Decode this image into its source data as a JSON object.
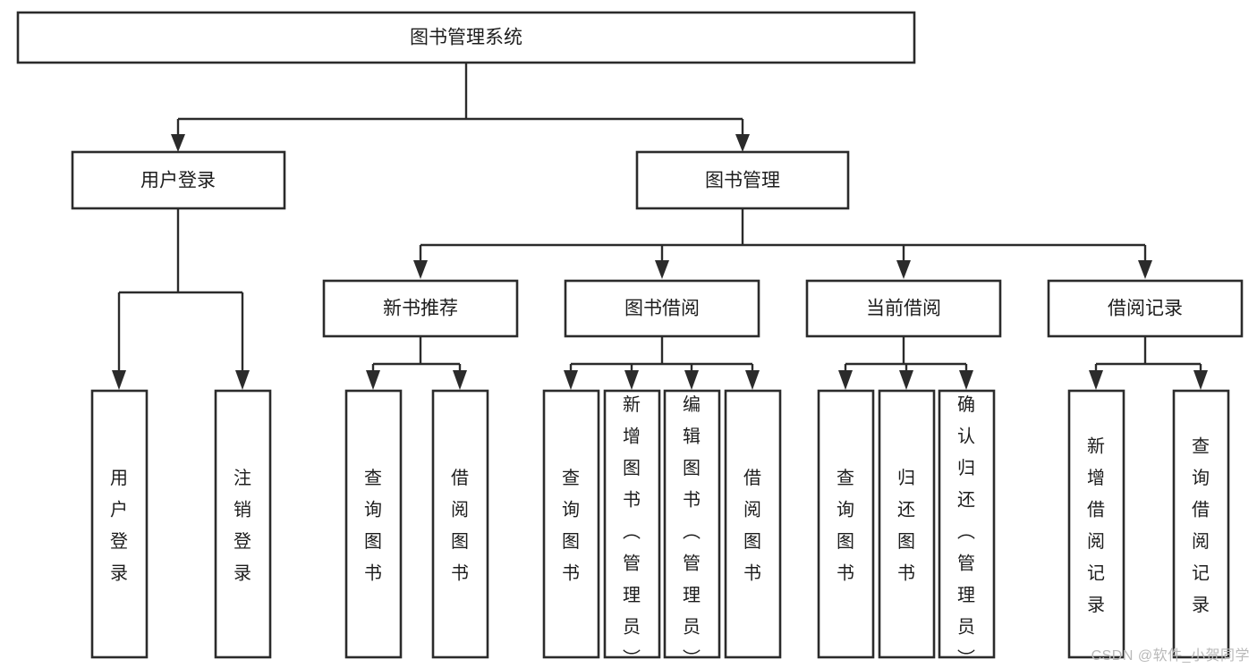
{
  "diagram": {
    "title": "图书管理系统",
    "type": "tree",
    "watermark": "CSDN @软件_小贺同学",
    "colors": {
      "box_stroke": "#2b2b2b",
      "box_fill": "#ffffff",
      "connector": "#2b2b2b",
      "text": "#1d1d1d",
      "watermark": "#b9b9b9",
      "background": "#ffffff"
    },
    "nodes": {
      "root": {
        "label": "图书管理系统"
      },
      "level1": [
        {
          "id": "user-login",
          "label": "用户登录"
        },
        {
          "id": "book-management",
          "label": "图书管理"
        }
      ],
      "level2": [
        {
          "id": "new-book-recommend",
          "label": "新书推荐",
          "parent": "book-management"
        },
        {
          "id": "book-borrow",
          "label": "图书借阅",
          "parent": "book-management"
        },
        {
          "id": "current-borrow",
          "label": "当前借阅",
          "parent": "book-management"
        },
        {
          "id": "borrow-record",
          "label": "借阅记录",
          "parent": "book-management"
        }
      ],
      "leaves": [
        {
          "id": "leaf-user-login",
          "label": "用户登录",
          "parent": "user-login"
        },
        {
          "id": "leaf-logout-login",
          "label": "注销登录",
          "parent": "user-login"
        },
        {
          "id": "leaf-query-book-1",
          "label": "查询图书",
          "parent": "new-book-recommend"
        },
        {
          "id": "leaf-borrow-book-1",
          "label": "借阅图书",
          "parent": "new-book-recommend"
        },
        {
          "id": "leaf-query-book-2",
          "label": "查询图书",
          "parent": "book-borrow"
        },
        {
          "id": "leaf-add-book",
          "label": "新增图书（管理员）",
          "parent": "book-borrow"
        },
        {
          "id": "leaf-edit-book",
          "label": "编辑图书（管理员）",
          "parent": "book-borrow"
        },
        {
          "id": "leaf-borrow-book-2",
          "label": "借阅图书",
          "parent": "book-borrow"
        },
        {
          "id": "leaf-query-book-3",
          "label": "查询图书",
          "parent": "current-borrow"
        },
        {
          "id": "leaf-return-book",
          "label": "归还图书",
          "parent": "current-borrow"
        },
        {
          "id": "leaf-confirm-return",
          "label": "确认归还（管理员）",
          "parent": "current-borrow"
        },
        {
          "id": "leaf-add-record",
          "label": "新增借阅记录",
          "parent": "borrow-record"
        },
        {
          "id": "leaf-query-record",
          "label": "查询借阅记录",
          "parent": "borrow-record"
        }
      ]
    }
  }
}
